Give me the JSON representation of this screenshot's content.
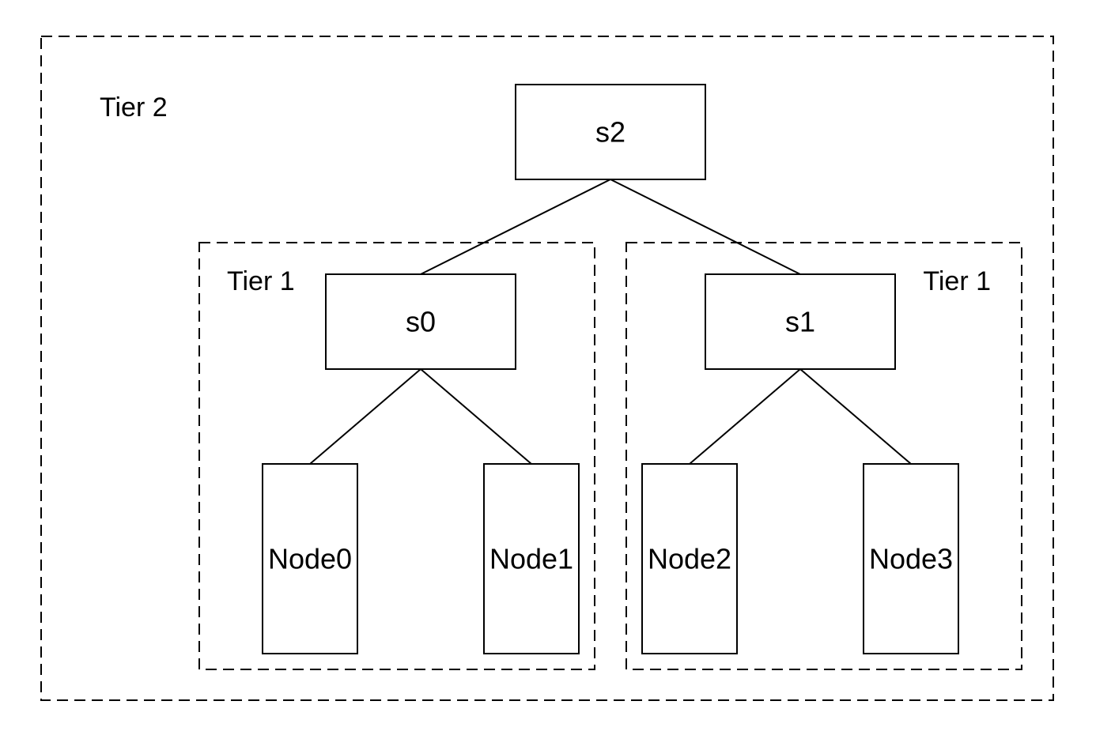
{
  "tiers": {
    "outer": {
      "label": "Tier 2"
    },
    "left": {
      "label": "Tier 1"
    },
    "right": {
      "label": "Tier 1"
    }
  },
  "switches": {
    "s2": {
      "label": "s2"
    },
    "s0": {
      "label": "s0"
    },
    "s1": {
      "label": "s1"
    }
  },
  "nodes": {
    "node0": {
      "label": "Node0"
    },
    "node1": {
      "label": "Node1"
    },
    "node2": {
      "label": "Node2"
    },
    "node3": {
      "label": "Node3"
    }
  }
}
